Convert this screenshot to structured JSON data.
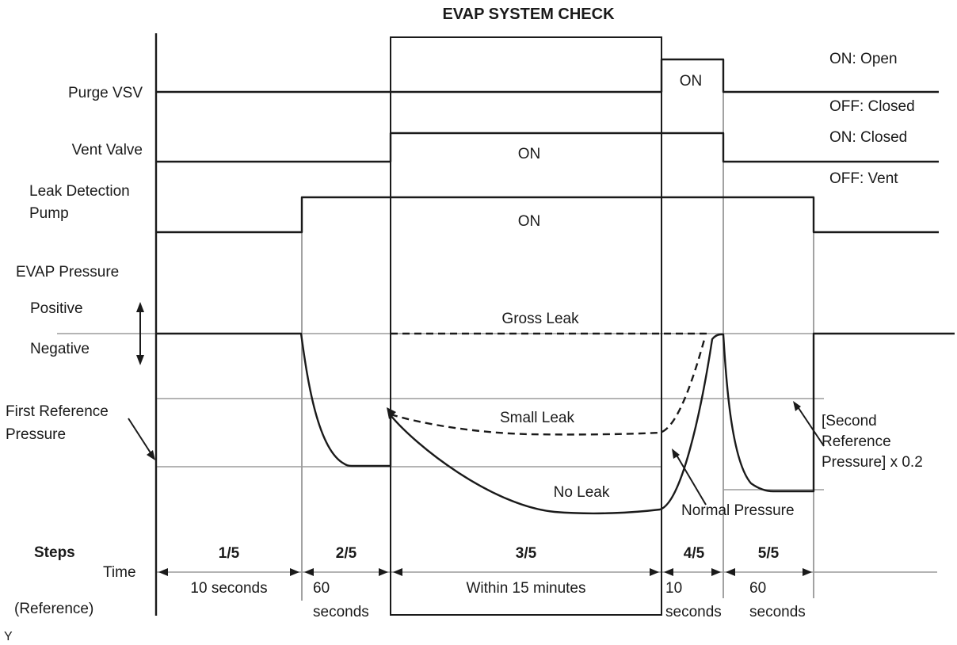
{
  "title": "EVAP SYSTEM CHECK",
  "signals": {
    "purge_vsv": {
      "label": "Purge VSV",
      "pulse_label": "ON",
      "legend_on": "ON: Open",
      "legend_off": "OFF: Closed"
    },
    "vent_valve": {
      "label": "Vent Valve",
      "pulse_label": "ON",
      "legend_on": "ON: Closed",
      "legend_off": "OFF: Vent"
    },
    "leak_detection_pump": {
      "label_line1": "Leak Detection",
      "label_line2": "Pump",
      "pulse_label": "ON"
    }
  },
  "pressure": {
    "section_label": "EVAP Pressure",
    "positive_label": "Positive",
    "negative_label": "Negative",
    "first_reference_line1": "First Reference",
    "first_reference_line2": "Pressure",
    "second_reference_line1": "[Second",
    "second_reference_line2": "Reference",
    "second_reference_line3": "Pressure] x 0.2",
    "curves": {
      "gross_leak": "Gross Leak",
      "small_leak": "Small Leak",
      "no_leak": "No Leak",
      "normal_pressure": "Normal Pressure"
    }
  },
  "steps": {
    "header": "Steps",
    "time_label": "Time",
    "reference_label": "(Reference)",
    "items": [
      {
        "step": "1/5",
        "time_line1": "10 seconds",
        "time_line2": ""
      },
      {
        "step": "2/5",
        "time_line1": "60",
        "time_line2": "seconds"
      },
      {
        "step": "3/5",
        "time_line1": "Within 15 minutes",
        "time_line2": ""
      },
      {
        "step": "4/5",
        "time_line1": "10",
        "time_line2": "seconds"
      },
      {
        "step": "5/5",
        "time_line1": "60",
        "time_line2": "seconds"
      }
    ]
  },
  "footer": {
    "page_mark": "Y"
  },
  "colors": {
    "ink": "#1a1a1a",
    "grid": "#8a8a8a",
    "reference": "#9c9c9c"
  }
}
